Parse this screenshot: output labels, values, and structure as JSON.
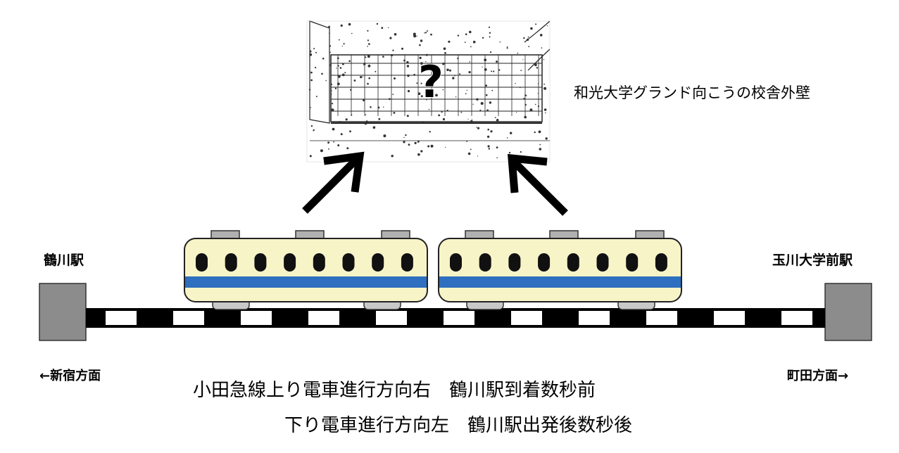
{
  "photo": {
    "question_mark": "?",
    "caption": "和光大学グランド向こうの校舎外壁"
  },
  "stations": {
    "left_name": "鶴川駅",
    "right_name": "玉川大学前駅"
  },
  "directions": {
    "left": "←新宿方面",
    "right": "町田方面→"
  },
  "captions": {
    "line1": "小田急線上り電車進行方向右　鶴川駅到着数秒前",
    "line2": "下り電車進行方向左　鶴川駅出発後数秒後"
  },
  "colors": {
    "train_body": "#f7f4c8",
    "train_stripe": "#2e6fbf",
    "roof_vent": "#b0b0b0",
    "bogie": "#c8c8c8",
    "platform": "#8c8c8c",
    "track": "#000000"
  },
  "icons": [
    "arrow-up-right-icon",
    "arrow-up-left-icon",
    "train-icon"
  ]
}
